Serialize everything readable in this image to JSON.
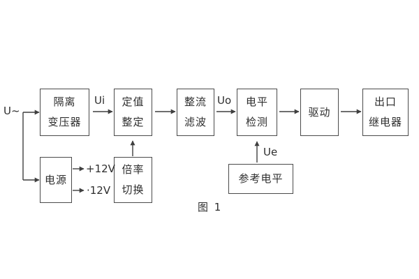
{
  "diagram": {
    "caption": "图 1",
    "boxes": {
      "isolation_transformer": {
        "line1": "隔离",
        "line2": "变压器"
      },
      "setting": {
        "line1": "定值",
        "line2": "整定"
      },
      "rectifier_filter": {
        "line1": "整流",
        "line2": "滤波"
      },
      "level_detection": {
        "line1": "电平",
        "line2": "检测"
      },
      "drive": {
        "line1": "驱动"
      },
      "output_relay": {
        "line1": "出口",
        "line2": "继电器"
      },
      "power_supply": {
        "line1": "电源"
      },
      "ratio_switch": {
        "line1": "倍率",
        "line2": "切换"
      },
      "reference_level": {
        "line1": "参考电平"
      }
    },
    "labels": {
      "input": "U~",
      "ui": "Ui",
      "uo": "Uo",
      "ue": "Ue",
      "rail_positive": "+12V",
      "rail_negative": "·12V"
    },
    "colors": {
      "line": "#3f3f3f",
      "border": "#4a4a4a",
      "text": "#2e2e2e",
      "background": "#ffffff"
    }
  }
}
